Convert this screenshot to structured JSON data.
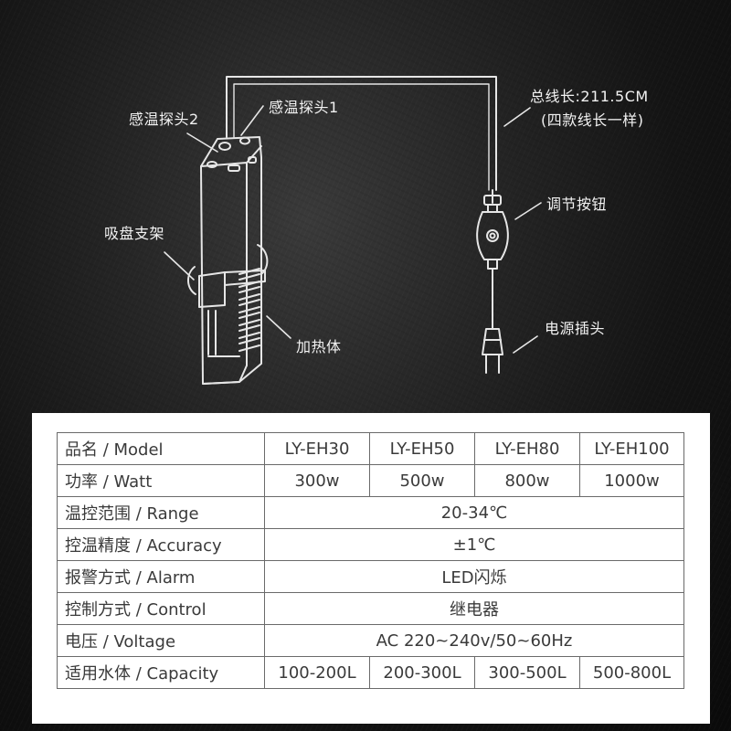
{
  "diagram": {
    "labels": {
      "probe2": "感温探头2",
      "probe1": "感温探头1",
      "cable_length": "总线长:211.5CM",
      "cable_note": "(四款线长一样)",
      "adjust_button": "调节按钮",
      "suction_holder": "吸盘支架",
      "heater_body": "加热体",
      "power_plug": "电源插头"
    }
  },
  "spec_table": {
    "rows": [
      {
        "label": "品名 / Model",
        "cells": [
          "LY-EH30",
          "LY-EH50",
          "LY-EH80",
          "LY-EH100"
        ]
      },
      {
        "label": "功率 / Watt",
        "cells": [
          "300w",
          "500w",
          "800w",
          "1000w"
        ]
      },
      {
        "label": "温控范围 / Range",
        "merged": "20-34℃"
      },
      {
        "label": "控温精度 / Accuracy",
        "merged": "±1℃"
      },
      {
        "label": "报警方式 / Alarm",
        "merged": "LED闪烁"
      },
      {
        "label": "控制方式 / Control",
        "merged": "继电器"
      },
      {
        "label": "电压 / Voltage",
        "merged": "AC 220~240v/50~60Hz"
      },
      {
        "label": "适用水体 / Capacity",
        "cells": [
          "100-200L",
          "200-300L",
          "300-500L",
          "500-800L"
        ]
      }
    ]
  },
  "colors": {
    "background": "#141414",
    "line": "#e8e8e8",
    "panel": "#ffffff",
    "table_text": "#3a3a3a",
    "table_border": "#6a6a6a"
  }
}
